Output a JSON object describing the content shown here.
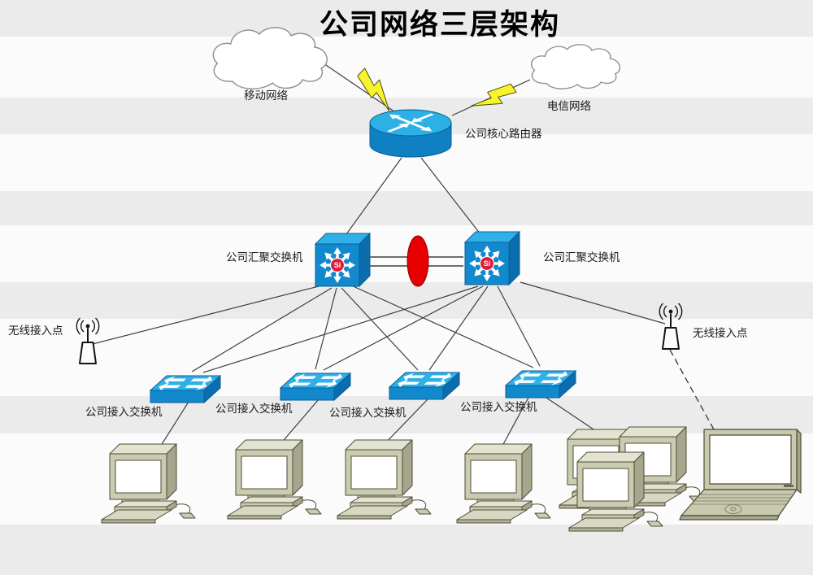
{
  "title": "公司网络三层架构",
  "diagram": {
    "clouds": {
      "left": "移动网络",
      "right": "电信网络"
    },
    "core_router": "公司核心路由器",
    "agg_switch_left": "公司汇聚交换机",
    "agg_switch_right": "公司汇聚交换机",
    "ap_left": "无线接入点",
    "ap_right": "无线接入点",
    "access_switch_1": "公司接入交换机",
    "access_switch_2": "公司接入交换机",
    "access_switch_3": "公司接入交换机",
    "access_switch_4": "公司接入交换机",
    "si_badge": "Si"
  },
  "colors": {
    "device_blue_top": "#2fb0e8",
    "device_blue_front": "#1289cc",
    "device_blue_side": "#0b6dad",
    "device_edge": "#0a5f97",
    "link_red": "#e80000",
    "si_badge_red": "#e31937",
    "lightning_yellow": "#f8f32b",
    "pc_beige_front": "#cbcbb1",
    "pc_beige_top": "#e3e3d1",
    "pc_beige_side": "#a6a68c",
    "line": "#3f3f3f",
    "stripe_gray": "#ebebeb",
    "stripe_white": "#fbfbfb"
  }
}
